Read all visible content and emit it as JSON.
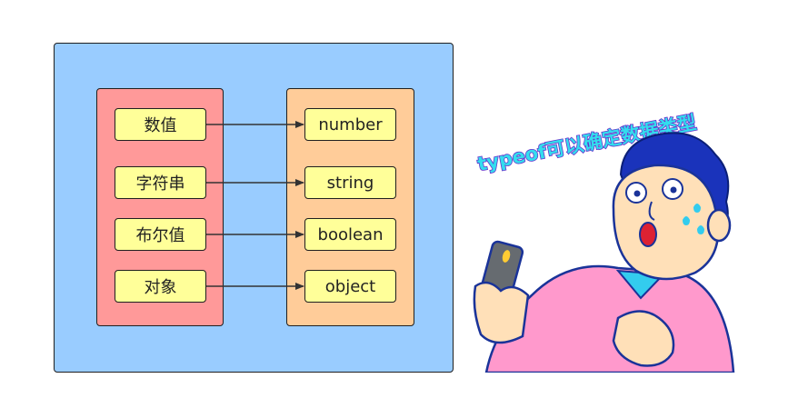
{
  "left_column": {
    "items": [
      "数值",
      "字符串",
      "布尔值",
      "对象"
    ]
  },
  "right_column": {
    "items": [
      "number",
      "string",
      "boolean",
      "object"
    ]
  },
  "meme": {
    "caption": "typeof可以确定数据类型"
  },
  "colors": {
    "panel": "#99ccff",
    "left_column": "#ff9999",
    "right_column": "#ffcc99",
    "node": "#ffff99",
    "caption": "#6633cc"
  }
}
